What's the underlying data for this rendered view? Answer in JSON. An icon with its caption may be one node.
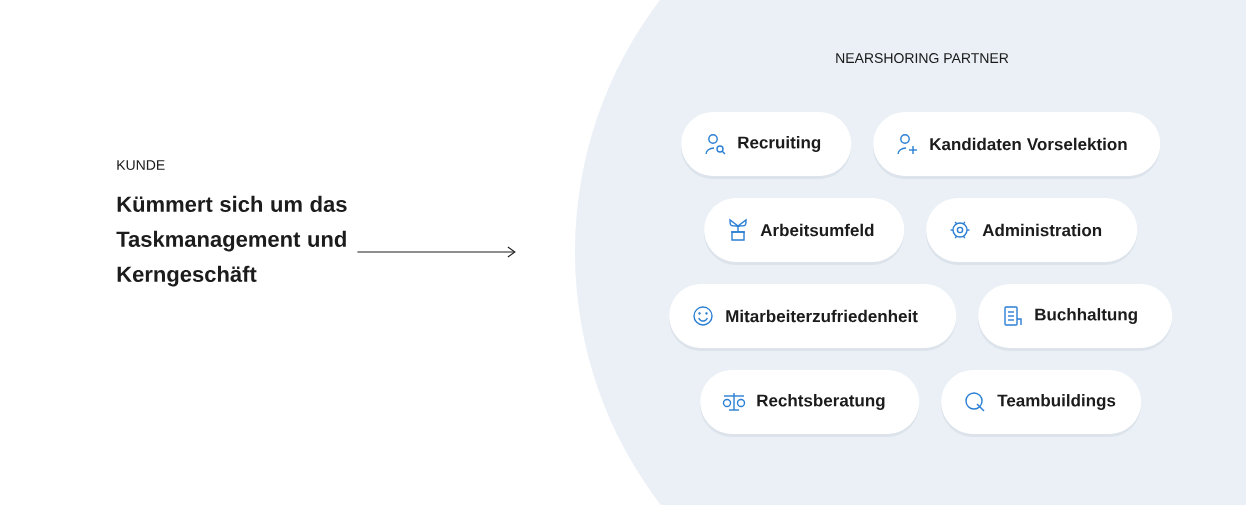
{
  "diagram": {
    "nodes": [
      {
        "text": [
          "KUNDE",
          "Kümmert sich um das Taskmanagement und Kerngeschäft"
        ]
      },
      {
        "text": [
          "NEARSHORING PARTNER"
        ]
      },
      {
        "text": [
          "Recruiting"
        ],
        "in": 1
      },
      {
        "text": [
          "Kandidaten Vorselektion"
        ],
        "in": 1
      },
      {
        "text": [
          "Arbeitsumfeld"
        ],
        "in": 1
      },
      {
        "text": [
          "Administration"
        ],
        "in": 1
      },
      {
        "text": [
          "Mitarbeiterzufriedenheit"
        ],
        "in": 1
      },
      {
        "text": [
          "Buchhaltung"
        ],
        "in": 1
      },
      {
        "text": [
          "Rechtsberatung"
        ],
        "in": 1
      },
      {
        "text": [
          "Teambuildings"
        ],
        "in": 1
      }
    ],
    "edges": [
      {
        "from": 0,
        "to": 1,
        "arrow": "to"
      }
    ]
  }
}
